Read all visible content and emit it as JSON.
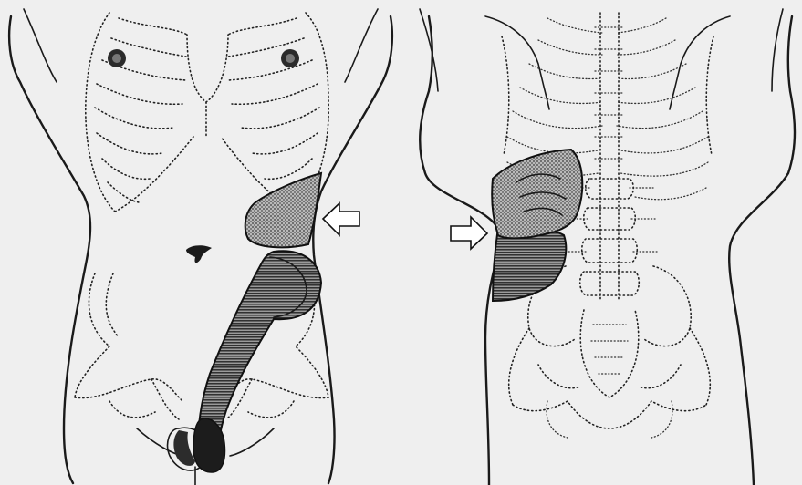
{
  "figure": {
    "views": [
      {
        "id": "front",
        "description_hidden": ""
      },
      {
        "id": "back",
        "description_hidden": ""
      }
    ],
    "colors": {
      "background": "#efefef",
      "line": "#1a1a1a",
      "dotted_fill": "#8a8a8a",
      "hatched_fill": "#6e6e6e",
      "dark_fill": "#1c1c1c"
    },
    "arrows": [
      {
        "id": "arrow-front",
        "direction": "left"
      },
      {
        "id": "arrow-back",
        "direction": "right"
      }
    ]
  }
}
